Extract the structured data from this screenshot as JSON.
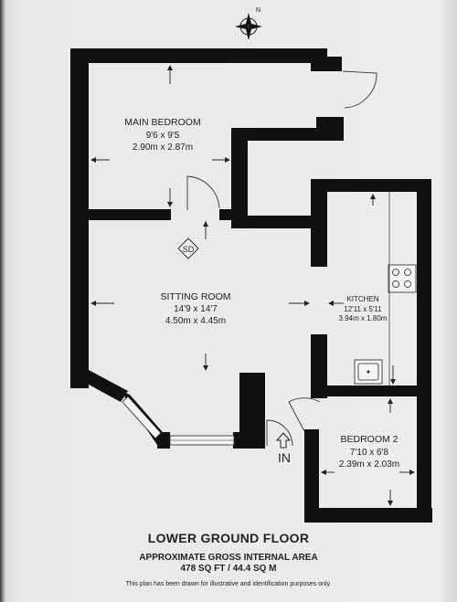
{
  "compass": {
    "label": "N"
  },
  "rooms": [
    {
      "id": "main-bedroom",
      "name": "MAIN BEDROOM",
      "dim_imperial": "9'6 x 9'5",
      "dim_metric": "2.90m x 2.87m"
    },
    {
      "id": "sitting-room",
      "name": "SITTING ROOM",
      "dim_imperial": "14'9 x 14'7",
      "dim_metric": "4.50m x 4.45m"
    },
    {
      "id": "kitchen",
      "name": "KITCHEN",
      "dim_imperial": "12'11 x 5'11",
      "dim_metric": "3.94m x 1.80m"
    },
    {
      "id": "bedroom-2",
      "name": "BEDROOM 2",
      "dim_imperial": "7'10 x 6'8",
      "dim_metric": "2.39m x 2.03m"
    }
  ],
  "symbols": {
    "smoke_detector": "SD",
    "entrance": "IN"
  },
  "footer": {
    "floor": "LOWER GROUND FLOOR",
    "area_title": "APPROXIMATE GROSS INTERNAL AREA",
    "area_value": "478 SQ FT / 44.4 SQ M",
    "disclaimer": "This plan has been drawn for illustrative and identification purposes only."
  }
}
